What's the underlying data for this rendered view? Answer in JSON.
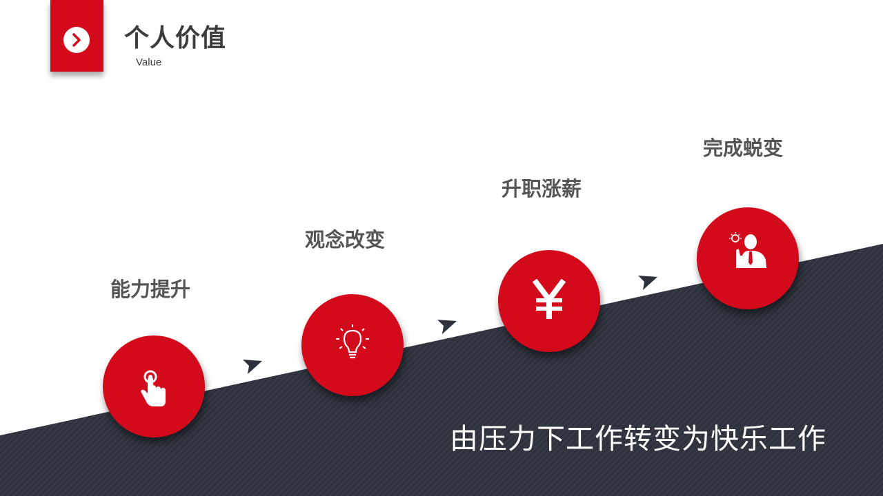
{
  "header": {
    "title": "个人价值",
    "subtitle": "Value",
    "icon": "chevron-right-icon"
  },
  "steps": [
    {
      "label": "能力提升",
      "icon": "tap-finger-icon"
    },
    {
      "label": "观念改变",
      "icon": "lightbulb-icon"
    },
    {
      "label": "升职涨薪",
      "icon": "yen-icon"
    },
    {
      "label": "完成蜕变",
      "icon": "idea-person-icon"
    }
  ],
  "slogan": "由压力下工作转变为快乐工作",
  "colors": {
    "accent": "#d20a1c",
    "dark_band": "#2d323c",
    "label_text": "#555555",
    "title_text": "#3c3c3c"
  }
}
